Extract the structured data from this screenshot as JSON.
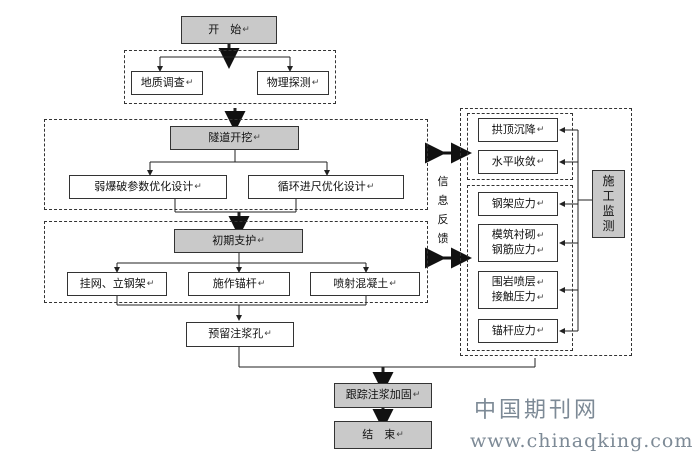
{
  "return_mark": "↵",
  "nodes": {
    "start": "开　始",
    "geo_survey": "地质调查",
    "geo_probe": "物理探测",
    "tunnel_excavation": "隧道开挖",
    "blast_param": "弱爆破参数优化设计",
    "cycle_footage": "循环进尺优化设计",
    "initial_support": "初期支护",
    "mesh_steel_arch": "挂网、立钢架",
    "rock_bolt": "施作锚杆",
    "shotcrete": "喷射混凝土",
    "reserve_grout_hole": "预留注浆孔",
    "tracking_grouting": "跟踪注浆加固",
    "end": "结　束"
  },
  "monitoring": {
    "title": "施工监测",
    "items": {
      "vault_settlement": "拱顶沉降",
      "horizontal_convergence": "水平收敛",
      "steel_arch_stress": "钢架应力",
      "lining_rebar_stress_l1": "模筑衬砌",
      "lining_rebar_stress_l2": "钢筋应力",
      "contact_pressure_l1": "围岩喷层",
      "contact_pressure_l2": "接触压力",
      "bolt_stress": "锚杆应力"
    }
  },
  "feedback": [
    "信",
    "息",
    "反",
    "馈"
  ],
  "watermark": {
    "cn": "中国期刊网",
    "url": "www.chinaqking.com"
  }
}
